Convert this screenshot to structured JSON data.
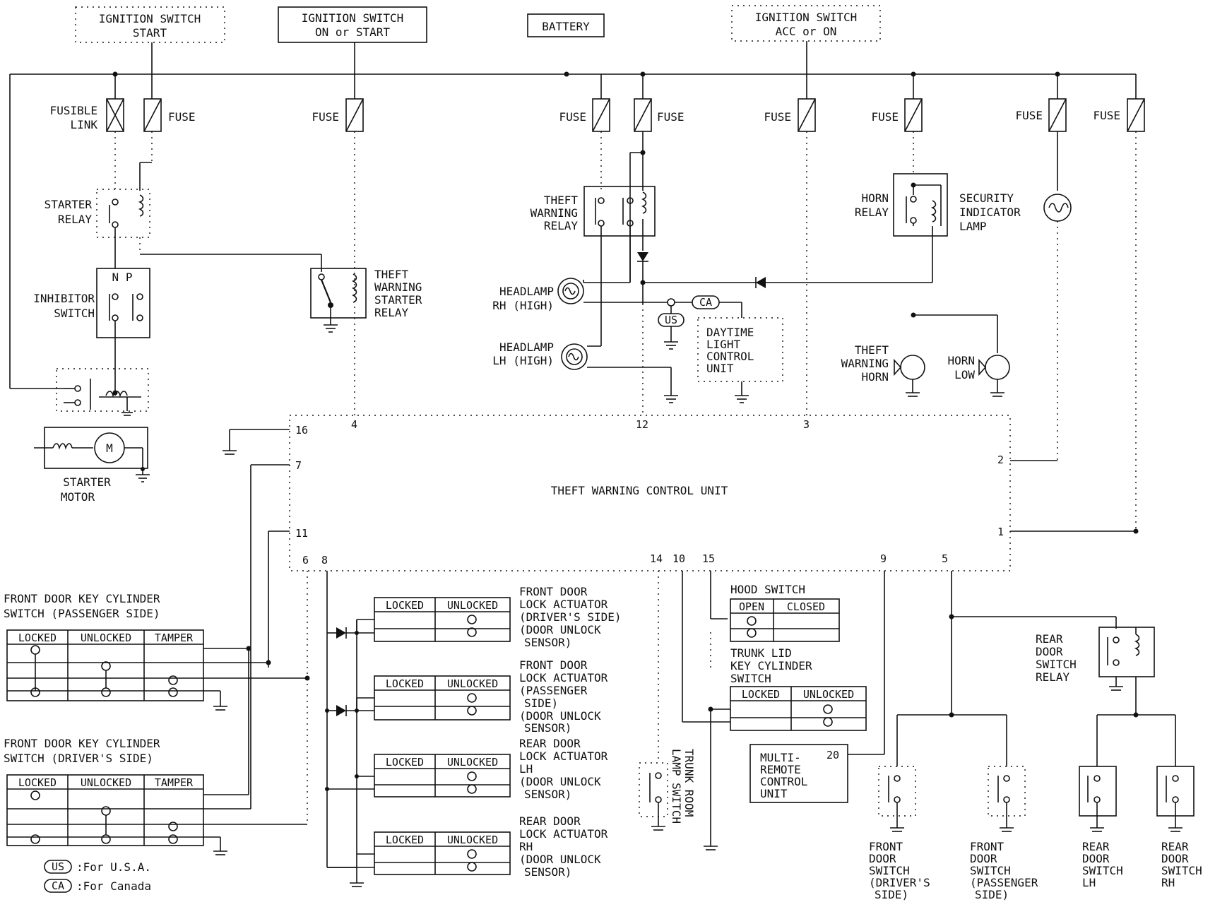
{
  "power_sources": {
    "ign_start": [
      "IGNITION SWITCH",
      "START"
    ],
    "ign_on_start": [
      "IGNITION SWITCH",
      "ON or START"
    ],
    "battery": "BATTERY",
    "ign_acc_on": [
      "IGNITION SWITCH",
      "ACC or ON"
    ]
  },
  "labels": {
    "fusible_link": [
      "FUSIBLE",
      "LINK"
    ],
    "fuse": "FUSE",
    "starter_relay": [
      "STARTER",
      "RELAY"
    ],
    "inhibitor_switch": [
      "INHIBITOR",
      "SWITCH"
    ],
    "inhibitor_np": "N P",
    "starter_motor": [
      "STARTER",
      "MOTOR"
    ],
    "motor_symbol": "M",
    "theft_starter_relay": [
      "THEFT",
      "WARNING",
      "STARTER",
      "RELAY"
    ],
    "theft_warning_relay": [
      "THEFT",
      "WARNING",
      "RELAY"
    ],
    "horn_relay": [
      "HORN",
      "RELAY"
    ],
    "security_lamp": [
      "SECURITY",
      "INDICATOR",
      "LAMP"
    ],
    "headlamp_rh": [
      "HEADLAMP",
      "RH (HIGH)"
    ],
    "headlamp_lh": [
      "HEADLAMP",
      "LH (HIGH)"
    ],
    "daytime_unit": [
      "DAYTIME",
      "LIGHT",
      "CONTROL",
      "UNIT"
    ],
    "theft_horn": [
      "THEFT",
      "WARNING",
      "HORN"
    ],
    "horn_low": [
      "HORN",
      "LOW"
    ],
    "control_unit": "THEFT WARNING CONTROL UNIT",
    "us_tag": "US",
    "ca_tag": "CA",
    "hood_switch": "HOOD SWITCH",
    "open": "OPEN",
    "closed": "CLOSED",
    "locked": "LOCKED",
    "unlocked": "UNLOCKED",
    "tamper": "TAMPER",
    "key_cyl_pass": [
      "FRONT DOOR KEY CYLINDER",
      "SWITCH (PASSENGER SIDE)"
    ],
    "key_cyl_driver": [
      "FRONT DOOR KEY CYLINDER",
      "SWITCH (DRIVER'S SIDE)"
    ],
    "act_front_driver": [
      "FRONT DOOR",
      "LOCK ACTUATOR",
      "(DRIVER'S SIDE)",
      "(DOOR UNLOCK",
      "SENSOR)"
    ],
    "act_front_pass": [
      "FRONT DOOR",
      "LOCK ACTUATOR",
      "(PASSENGER",
      "SIDE)",
      "(DOOR UNLOCK",
      "SENSOR)"
    ],
    "act_rear_lh": [
      "REAR DOOR",
      "LOCK ACTUATOR",
      "LH",
      "(DOOR UNLOCK",
      "SENSOR)"
    ],
    "act_rear_rh": [
      "REAR DOOR",
      "LOCK ACTUATOR",
      "RH",
      "(DOOR UNLOCK",
      "SENSOR)"
    ],
    "trunk_lid": [
      "TRUNK LID",
      "KEY CYLINDER",
      "SWITCH"
    ],
    "trunk_room": [
      "TRUNK ROOM",
      "LAMP SWITCH"
    ],
    "multi_remote": [
      "MULTI-",
      "REMOTE",
      "CONTROL",
      "UNIT"
    ],
    "multi_pin": "20",
    "rear_door_relay": [
      "REAR",
      "DOOR",
      "SWITCH",
      "RELAY"
    ],
    "fd_switch_driver": [
      "FRONT",
      "DOOR",
      "SWITCH",
      "(DRIVER'S",
      "SIDE)"
    ],
    "fd_switch_pass": [
      "FRONT",
      "DOOR",
      "SWITCH",
      "(PASSENGER",
      "SIDE)"
    ],
    "rd_switch_lh": [
      "REAR",
      "DOOR",
      "SWITCH",
      "LH"
    ],
    "rd_switch_rh": [
      "REAR",
      "DOOR",
      "SWITCH",
      "RH"
    ]
  },
  "pins": {
    "p16": "16",
    "p4": "4",
    "p12": "12",
    "p3": "3",
    "p7": "7",
    "p2": "2",
    "p11": "11",
    "p1": "1",
    "p6": "6",
    "p8": "8",
    "p14": "14",
    "p10": "10",
    "p15": "15",
    "p9": "9",
    "p5": "5"
  },
  "legend": {
    "us": {
      "tag": "US",
      "text": ":For U.S.A."
    },
    "ca": {
      "tag": "CA",
      "text": ":For Canada"
    }
  }
}
